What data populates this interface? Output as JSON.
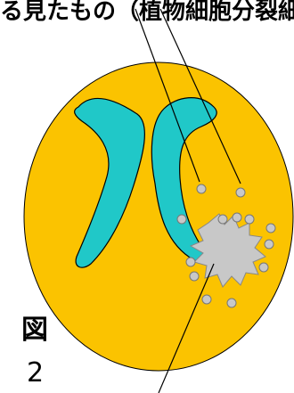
{
  "top_text": "る見たもの（植物細胞分裂細",
  "figure_label": "図",
  "figure_number": "2",
  "colors": {
    "cell_fill": "#FBC300",
    "chromosome_fill": "#20C8C8",
    "granule_fill": "#C8C8C8",
    "outline": "#000000"
  }
}
